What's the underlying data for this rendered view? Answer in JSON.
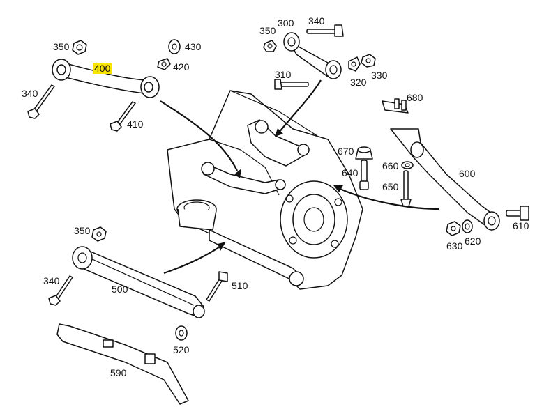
{
  "labels": {
    "l350a": "350",
    "l430": "430",
    "l420": "420",
    "l400": "400",
    "l340a": "340",
    "l410": "410",
    "l350b": "350",
    "l300": "300",
    "l340b": "340",
    "l310": "310",
    "l320": "320",
    "l330": "330",
    "l680": "680",
    "l670": "670",
    "l660": "660",
    "l640": "640",
    "l650": "650",
    "l600": "600",
    "l610": "610",
    "l620": "620",
    "l630": "630",
    "l350c": "350",
    "l340c": "340",
    "l500": "500",
    "l510": "510",
    "l520": "520",
    "l590": "590"
  },
  "highlight": {
    "part": "400",
    "color": "#f7e400"
  }
}
